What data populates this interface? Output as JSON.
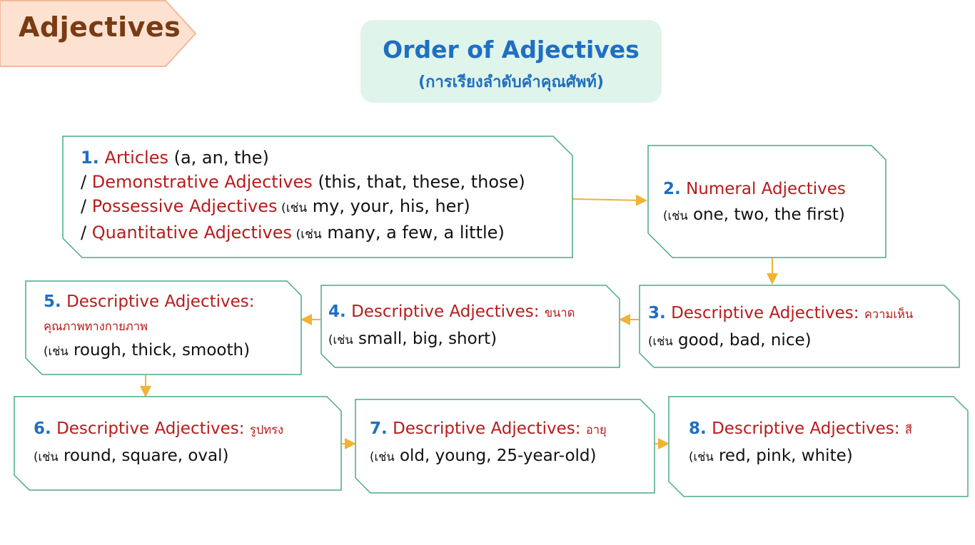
{
  "tag": {
    "label": "Adjectives"
  },
  "title": {
    "main": "Order of Adjectives",
    "sub": "(การเรียงลำดับคำคุณศัพท์)"
  },
  "colors": {
    "number": "#1f6fc2",
    "term": "#b71c1c",
    "example": "#111111",
    "box_border": "#4aa88a",
    "arrow": "#f2b233",
    "title_bg": "#dff4ea",
    "tag_bg": "#fde2d2"
  },
  "boxes": [
    {
      "num": "1.",
      "lines": [
        {
          "prefix": "",
          "term": "Articles",
          "note": "",
          "example": " (a, an, the)"
        },
        {
          "prefix": "/ ",
          "term": "Demonstrative Adjectives",
          "note": "",
          "example": " (this, that, these, those)"
        },
        {
          "prefix": "/ ",
          "term": "Possessive Adjectives",
          "note": " (เช่น",
          "example": " my, your, his, her)"
        },
        {
          "prefix": "/ ",
          "term": "Quantitative Adjectives",
          "note": " (เช่น",
          "example": " many, a few, a little)"
        }
      ]
    },
    {
      "num": "2.",
      "term": "Numeral Adjectives",
      "thai": "",
      "prefix_thai": "(เช่น",
      "example": " one, two, the first)"
    },
    {
      "num": "3.",
      "term": "Descriptive Adjectives:",
      "thai": "ความเห็น",
      "prefix_thai": "(เช่น",
      "example": " good, bad, nice)"
    },
    {
      "num": "4.",
      "term": "Descriptive Adjectives:",
      "thai": "ขนาด",
      "prefix_thai": "(เช่น",
      "example": " small, big, short)"
    },
    {
      "num": "5.",
      "term": "Descriptive Adjectives:",
      "thai": "คุณภาพทางกายภาพ",
      "prefix_thai": "(เช่น",
      "example": " rough, thick, smooth)"
    },
    {
      "num": "6.",
      "term": "Descriptive Adjectives:",
      "thai": "รูปทรง",
      "prefix_thai": "(เช่น",
      "example": " round, square, oval)"
    },
    {
      "num": "7.",
      "term": "Descriptive Adjectives:",
      "thai": "อายุ",
      "prefix_thai": "(เช่น",
      "example": " old, young, 25-year-old)"
    },
    {
      "num": "8.",
      "term": "Descriptive Adjectives:",
      "thai": "สี",
      "prefix_thai": "(เช่น",
      "example": " red, pink, white)"
    }
  ]
}
